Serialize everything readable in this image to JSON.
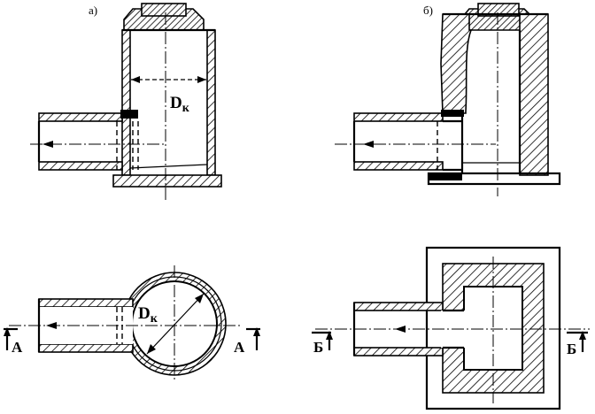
{
  "labels": {
    "view_a": "а)",
    "view_b": "б)",
    "dim_top": "D",
    "dim_top_sub": "к",
    "dim_plan": "D",
    "dim_plan_sub": "к",
    "section_a_left": "А",
    "section_a_right": "А",
    "section_b_left": "Б",
    "section_b_right": "Б"
  },
  "colors": {
    "ink": "#000000",
    "paper": "#ffffff"
  }
}
